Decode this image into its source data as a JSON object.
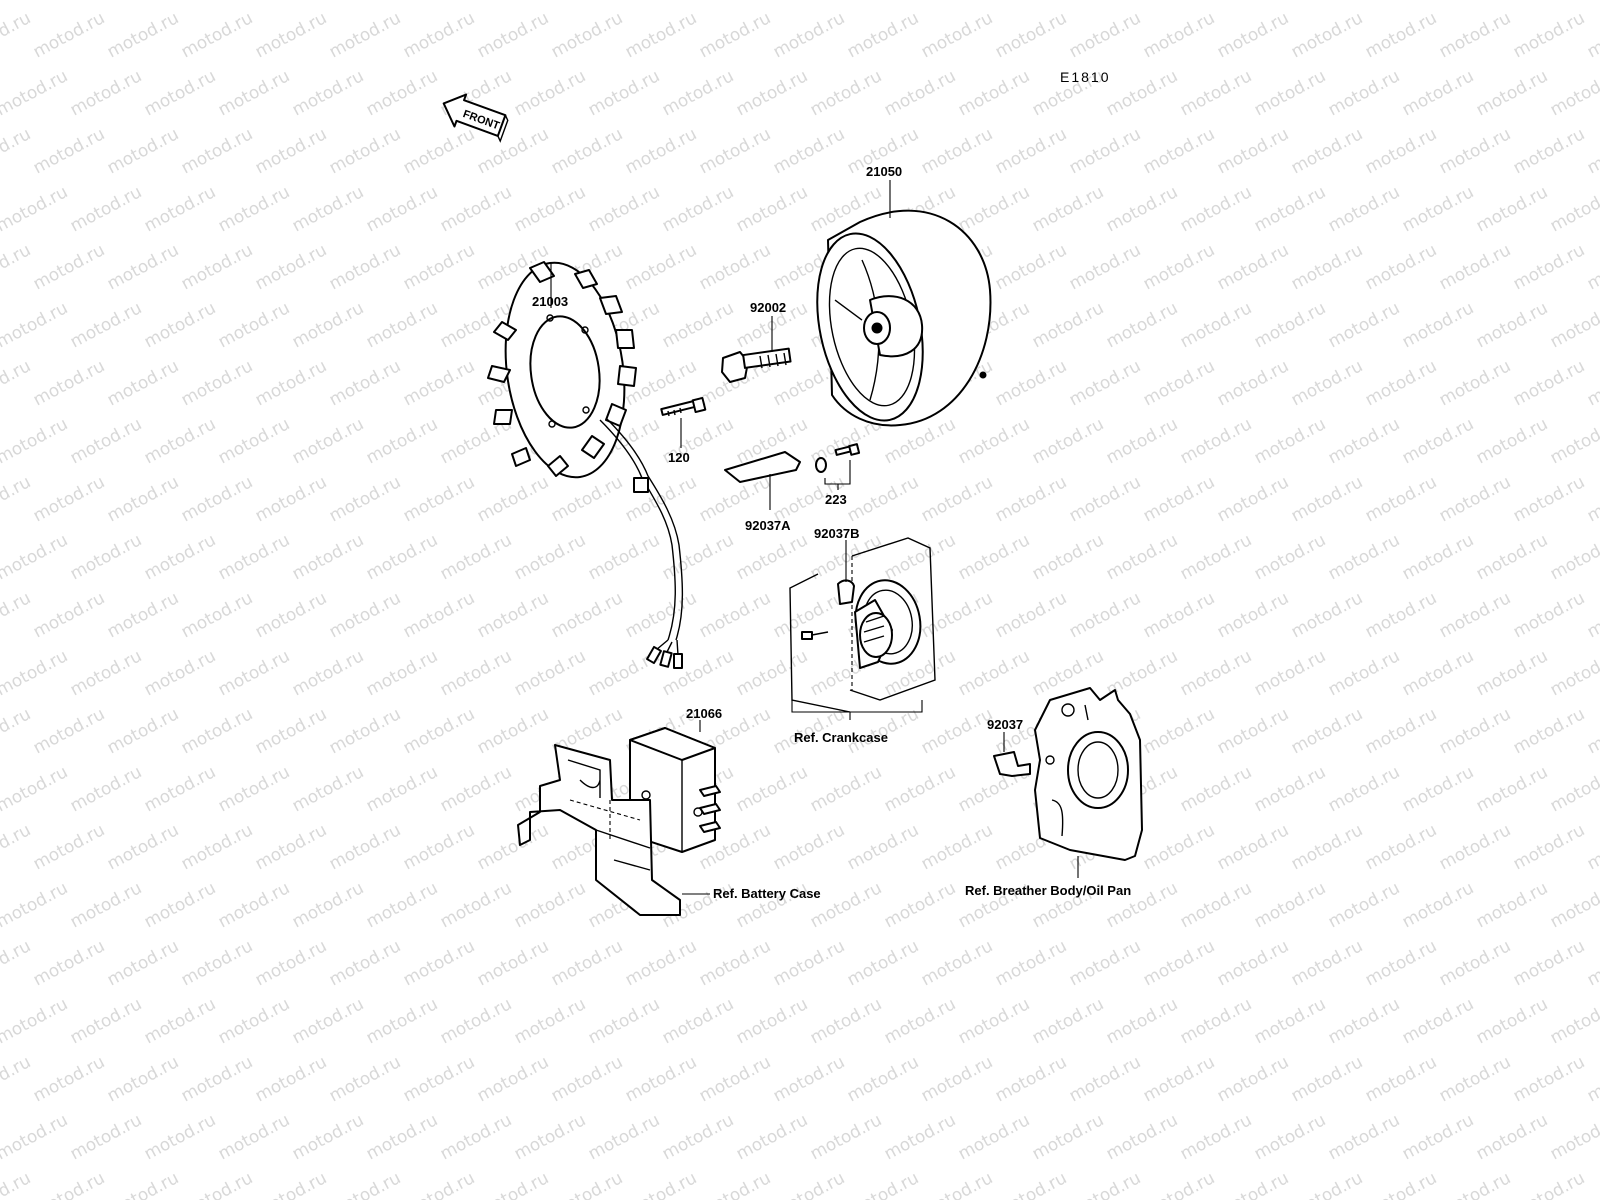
{
  "watermark": "motod.ru",
  "diagram_code": "E1810",
  "front_arrow": "FRONT",
  "labels": {
    "stator": "21003",
    "rotor": "21050",
    "rotor_bolt": "92002",
    "stator_screw": "120",
    "plate": "92037A",
    "screw_washer": "223",
    "clamp_b": "92037B",
    "regulator": "21066",
    "clamp": "92037",
    "ref_crankcase": "Ref. Crankcase",
    "ref_battery_case": "Ref. Battery Case",
    "ref_breather": "Ref. Breather Body/Oil Pan"
  }
}
